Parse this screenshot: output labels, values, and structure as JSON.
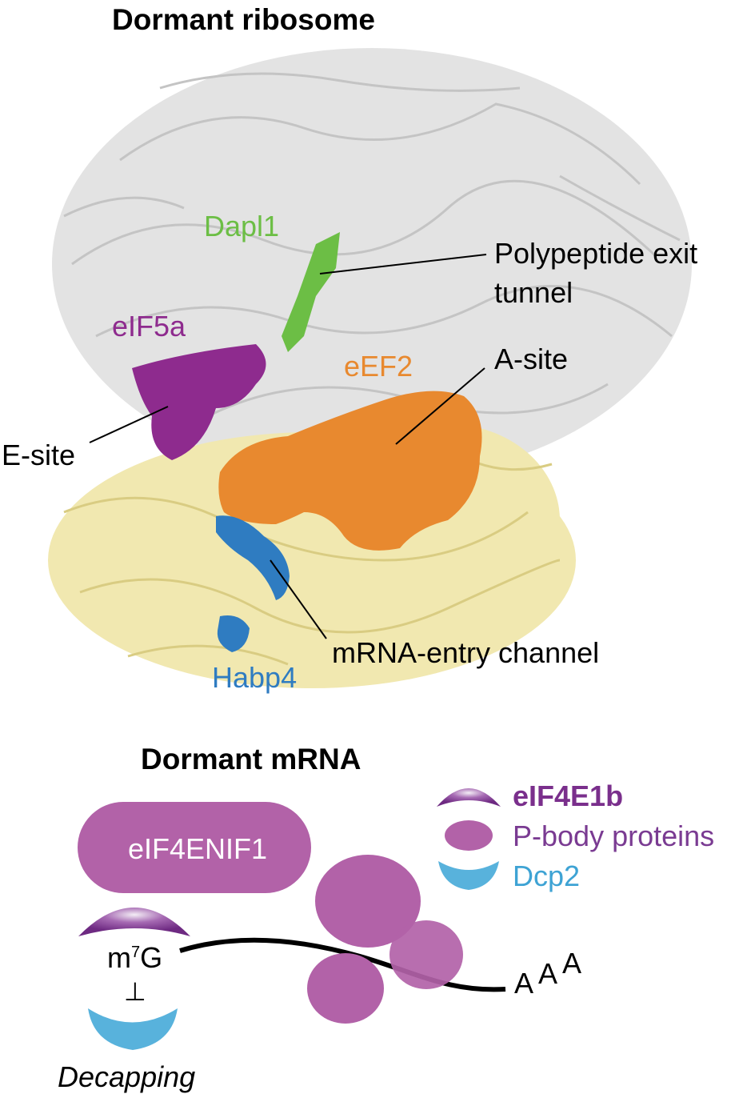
{
  "ribosome": {
    "title": "Dormant ribosome",
    "proteins": {
      "dapl1": {
        "label": "Dapl1",
        "color": "#6cbe45"
      },
      "eif5a": {
        "label": "eIF5a",
        "color": "#8e2b8e"
      },
      "eef2": {
        "label": "eEF2",
        "color": "#e8892f"
      },
      "habp4": {
        "label": "Habp4",
        "color": "#2f7cc1"
      }
    },
    "sites": {
      "exit_tunnel": [
        "Polypeptide exit",
        "tunnel"
      ],
      "a_site": "A-site",
      "e_site": "E-site",
      "mrna_entry": "mRNA-entry channel"
    },
    "colors": {
      "large_subunit": "#d9d9d9",
      "small_subunit": "#efe6a8"
    }
  },
  "mrna": {
    "title": "Dormant mRNA",
    "complex_label": "eIF4ENIF1",
    "cap_label": "m",
    "cap_superscript": "7",
    "cap_letter": "G",
    "inhibit_symbol": "⊥",
    "decap_label": "Decapping",
    "polyA": [
      "A",
      "A",
      "A"
    ],
    "legend": [
      {
        "label": "eIF4E1b",
        "color": "#7a2f8c",
        "icon": "crescent-cap-icon"
      },
      {
        "label": "P-body proteins",
        "color": "#7a3b92",
        "icon": "ellipse-icon"
      },
      {
        "label": "Dcp2",
        "color": "#3ea3d4",
        "icon": "cup-icon"
      }
    ],
    "colors": {
      "complex": "#b262a8",
      "eif4e1b": "#7a2f8c",
      "dcp2": "#58b2dc"
    }
  }
}
